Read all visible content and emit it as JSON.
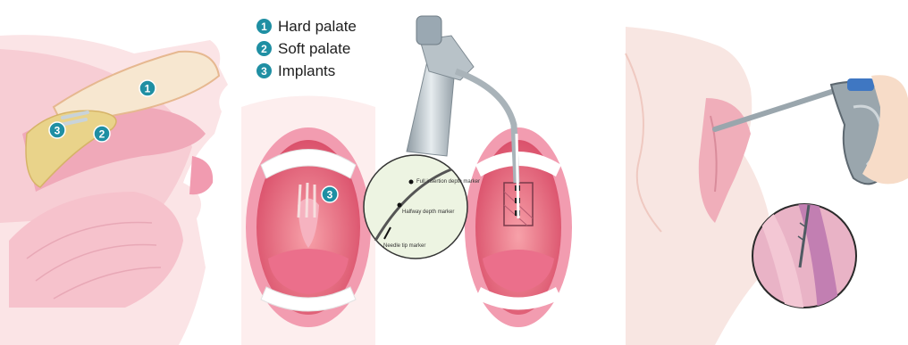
{
  "legend": {
    "items": [
      {
        "number": "1",
        "label": "Hard palate"
      },
      {
        "number": "2",
        "label": "Soft palate"
      },
      {
        "number": "3",
        "label": "Implants"
      }
    ]
  },
  "callouts": {
    "sagittal": [
      "1",
      "2",
      "3"
    ],
    "mouth": "3"
  },
  "inset_labels": {
    "full": "Full insertion depth marker",
    "half": "Halfway depth marker",
    "tip": "Needle tip marker"
  },
  "colors": {
    "badge": "#1f8fa3",
    "tissue_pink": "#f2a3b4",
    "implant_yellow": "#e9d38a",
    "instrument_gray": "#b8c2c8"
  }
}
